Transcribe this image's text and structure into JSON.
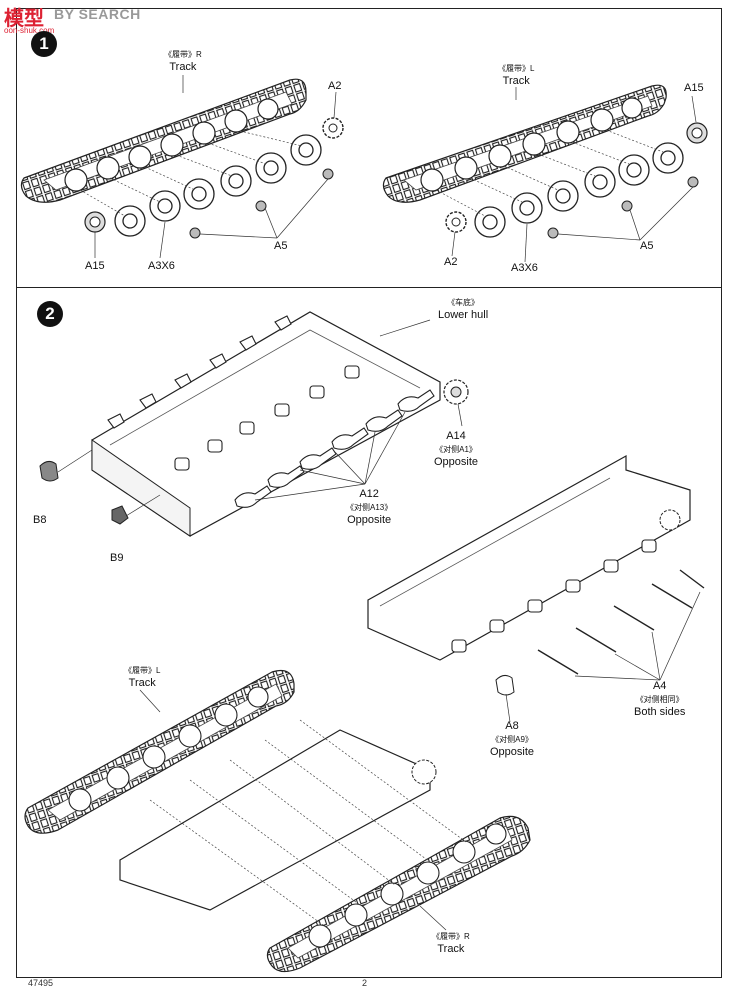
{
  "watermark": {
    "brand_cn": "模型",
    "brand_en": "BY SEARCH",
    "url": "oon-shuk.com"
  },
  "steps": [
    {
      "number": "1"
    },
    {
      "number": "2"
    }
  ],
  "step1": {
    "track_r": {
      "cn": "《履带》R",
      "en": "Track"
    },
    "track_l": {
      "cn": "《履带》L",
      "en": "Track"
    },
    "left_a2": "A2",
    "left_a15": "A15",
    "left_a3x6": "A3X6",
    "left_a5": "A5",
    "right_a15": "A15",
    "right_a2": "A2",
    "right_a3x6": "A3X6",
    "right_a5": "A5"
  },
  "step2": {
    "lower_hull": {
      "cn": "《车底》",
      "en": "Lower hull"
    },
    "a14": {
      "part": "A14",
      "cn": "《对侧A1》",
      "en": "Opposite"
    },
    "a12": {
      "part": "A12",
      "cn": "《对侧A13》",
      "en": "Opposite"
    },
    "b8": "B8",
    "b9": "B9",
    "a4": {
      "part": "A4",
      "cn": "《对侧相同》",
      "en": "Both sides"
    },
    "a8": {
      "part": "A8",
      "cn": "《对侧A9》",
      "en": "Opposite"
    },
    "track_l": {
      "cn": "《履带》L",
      "en": "Track"
    },
    "track_r": {
      "cn": "《履带》R",
      "en": "Track"
    }
  },
  "footer": {
    "left": "47495",
    "center": "2"
  }
}
